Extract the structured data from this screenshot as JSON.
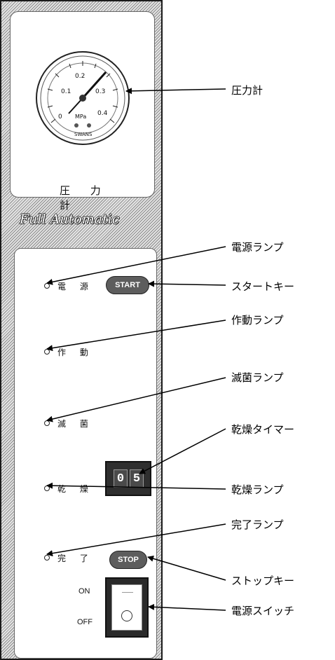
{
  "gauge": {
    "label": "圧 力 計",
    "scale_values": [
      "0.1",
      "0.2",
      "0.3",
      "0.4",
      "0"
    ],
    "unit": "MPa",
    "brand": "SWANS"
  },
  "brand_text": "Full Automatic",
  "panel": {
    "lamps": [
      {
        "label": "電 源"
      },
      {
        "label": "作 動"
      },
      {
        "label": "滅 菌"
      },
      {
        "label": "乾 燥"
      },
      {
        "label": "完 了"
      }
    ],
    "start_button": "START",
    "stop_button": "STOP",
    "timer_digits": [
      "0",
      "5"
    ],
    "switch_on": "ON",
    "switch_off": "OFF"
  },
  "annotations": {
    "pressure_gauge": "圧力計",
    "power_lamp": "電源ランプ",
    "start_key": "スタートキー",
    "operation_lamp": "作動ランプ",
    "sterilize_lamp": "滅菌ランプ",
    "dry_timer": "乾燥タイマー",
    "dry_lamp": "乾燥ランプ",
    "complete_lamp": "完了ランプ",
    "stop_key": "ストップキー",
    "power_switch": "電源スイッチ"
  }
}
